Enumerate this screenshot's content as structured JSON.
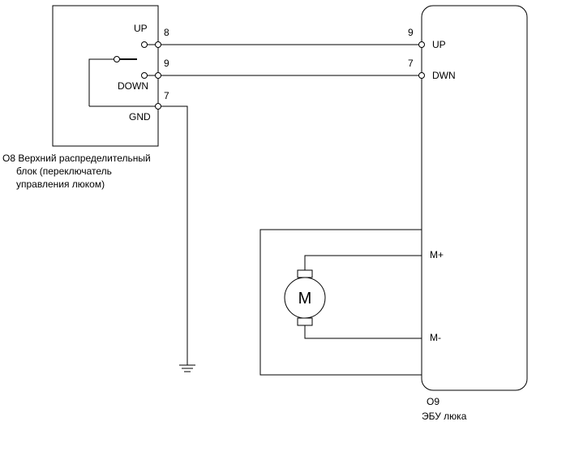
{
  "switch_block": {
    "pins": [
      {
        "label": "UP",
        "number": "8"
      },
      {
        "label": "DOWN",
        "number": "9"
      },
      {
        "label": "GND",
        "number": "7"
      }
    ],
    "designation": "O8 Верхний распределительный",
    "caption_lines": [
      "блок (переключатель",
      "управления люком)"
    ]
  },
  "ecu": {
    "pins": [
      {
        "label": "UP",
        "number": "9"
      },
      {
        "label": "DWN",
        "number": "7"
      },
      {
        "label": "M+"
      },
      {
        "label": "M-"
      }
    ],
    "designation": "O9",
    "caption": "ЭБУ люка"
  },
  "motor": {
    "letter": "M"
  },
  "icons": [
    "switch-contact-icon",
    "motor-icon",
    "ground-icon",
    "connector-pin-icon"
  ]
}
